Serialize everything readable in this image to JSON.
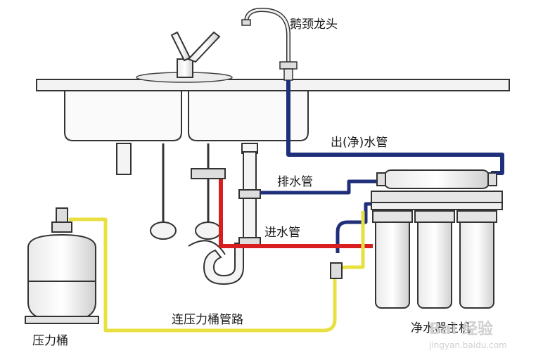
{
  "labels": {
    "gooseneck_faucet": "鹅颈龙头",
    "outlet_pipe": "出(净)水管",
    "drain_pipe": "排水管",
    "inlet_pipe": "进水管",
    "tank_line": "连压力桶管路",
    "pressure_tank": "压力桶",
    "purifier": "净水器主机"
  },
  "watermark": {
    "brand": "Bai 经验",
    "url": "jingyan.baidu.com"
  },
  "colors": {
    "outlet_pipe": "#1f2f7a",
    "drain_pipe": "#1f2f7a",
    "inlet_pipe": "#d81e1e",
    "tank_line": "#e8e040",
    "outline": "#333333"
  }
}
